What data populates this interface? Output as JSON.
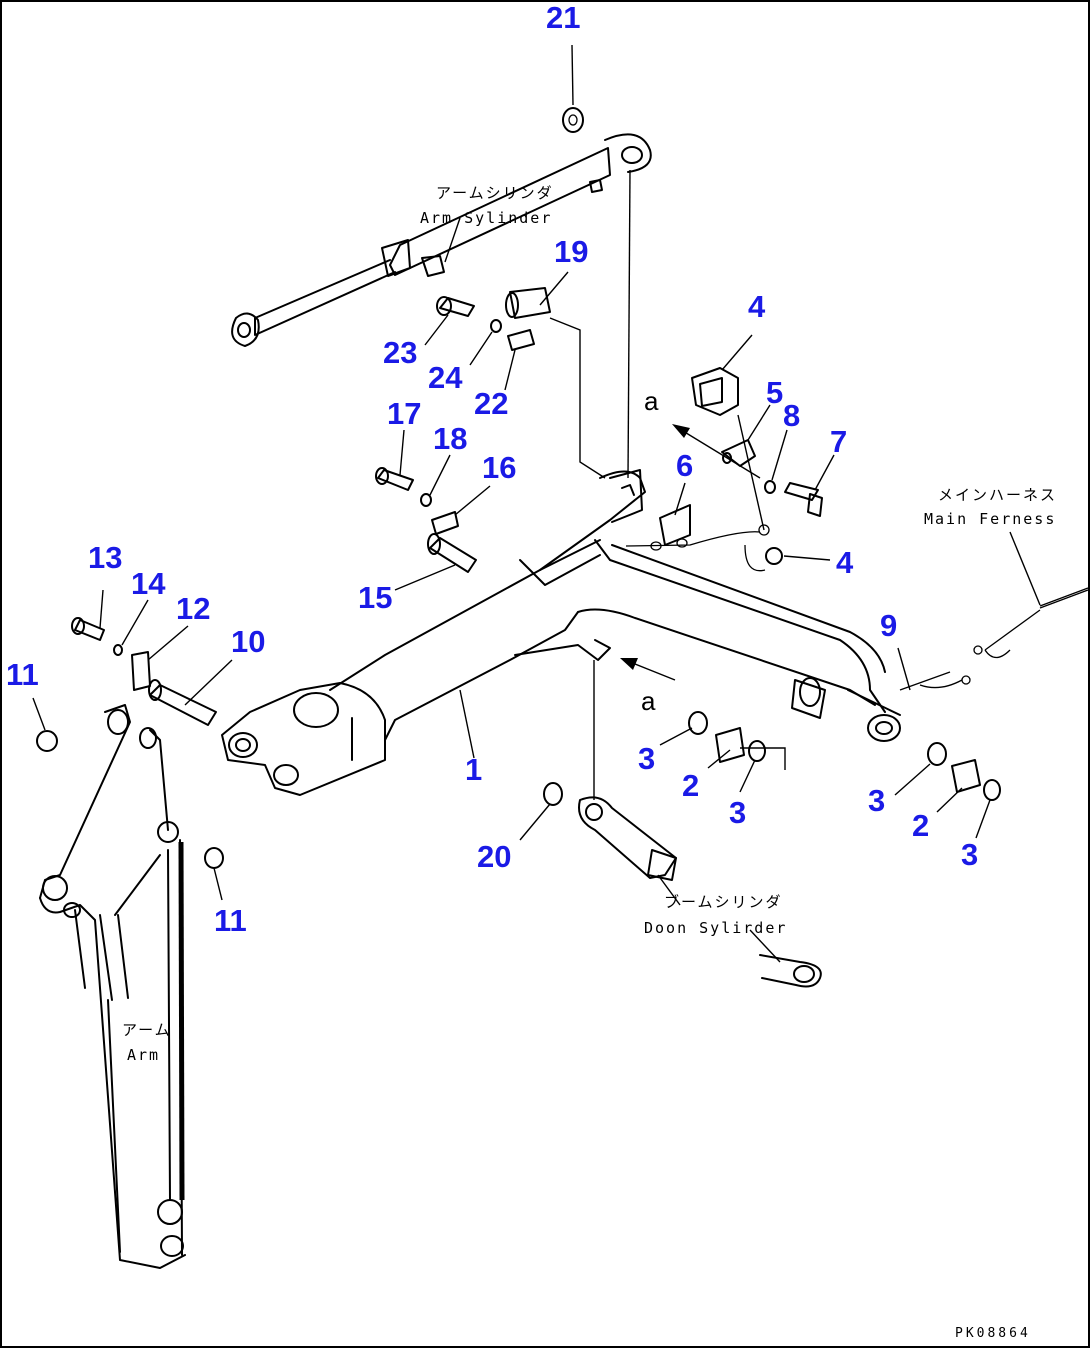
{
  "callouts": [
    "21",
    "19",
    "23",
    "24",
    "22",
    "4",
    "5",
    "8",
    "7",
    "17",
    "18",
    "16",
    "6",
    "4",
    "13",
    "14",
    "12",
    "10",
    "11",
    "15",
    "9",
    "1",
    "3",
    "2",
    "3",
    "3",
    "2",
    "3",
    "20",
    "11"
  ],
  "labels": {
    "arm_cyl_jp": "アームシリンダ",
    "arm_cyl_en": "Arm Sylinder",
    "boom_cyl_jp": "ブームシリンダ",
    "boom_cyl_en": "Doon Sylirder",
    "harness_jp": "メインハーネス",
    "harness_en": "Main Ferness",
    "arm_jp": "アーム",
    "arm_en": "Arm",
    "marker_a_top": "a",
    "marker_a_bottom": "a",
    "code": "PK08864"
  }
}
